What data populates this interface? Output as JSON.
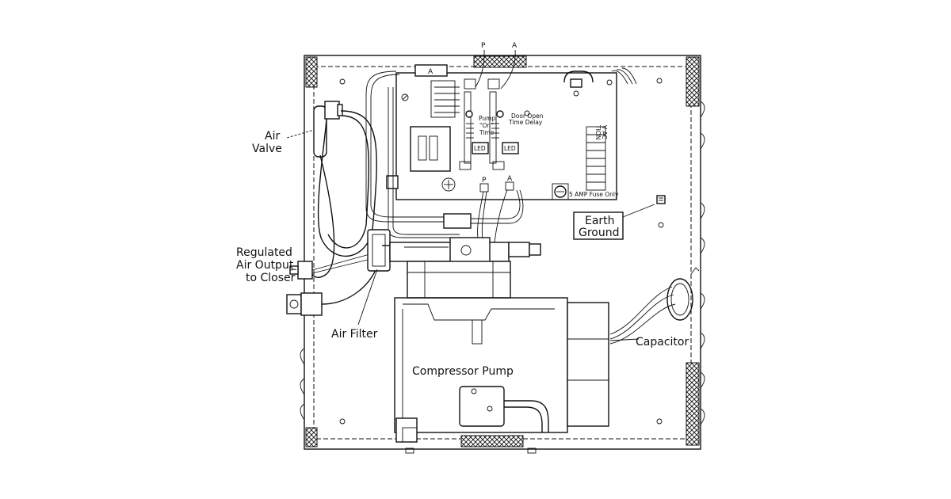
{
  "labels": {
    "air_valve_1": "Air",
    "air_valve_2": "Valve",
    "regulated_1": "Regulated",
    "regulated_2": "Air Output",
    "regulated_3": "to Closer",
    "air_filter": "Air Filter",
    "compressor_pump": "Compressor Pump",
    "capacitor": "Capacitor",
    "earth_ground_1": "Earth",
    "earth_ground_2": "Ground"
  },
  "board": {
    "p_top": "P",
    "a_top": "A",
    "a_mount": "A",
    "p_conn": "P",
    "a_conn": "A",
    "pump_time_1": "Pump",
    "pump_time_2": "\"On\"",
    "pump_time_3": "Time",
    "door_delay_1": "Door Open",
    "door_delay_2": "Time Delay",
    "led_1": "LED",
    "led_2": "LED",
    "fuse": "5 AMP Fuse Only",
    "tb_text_1": "TION",
    "tb_text_2": "V AC"
  }
}
